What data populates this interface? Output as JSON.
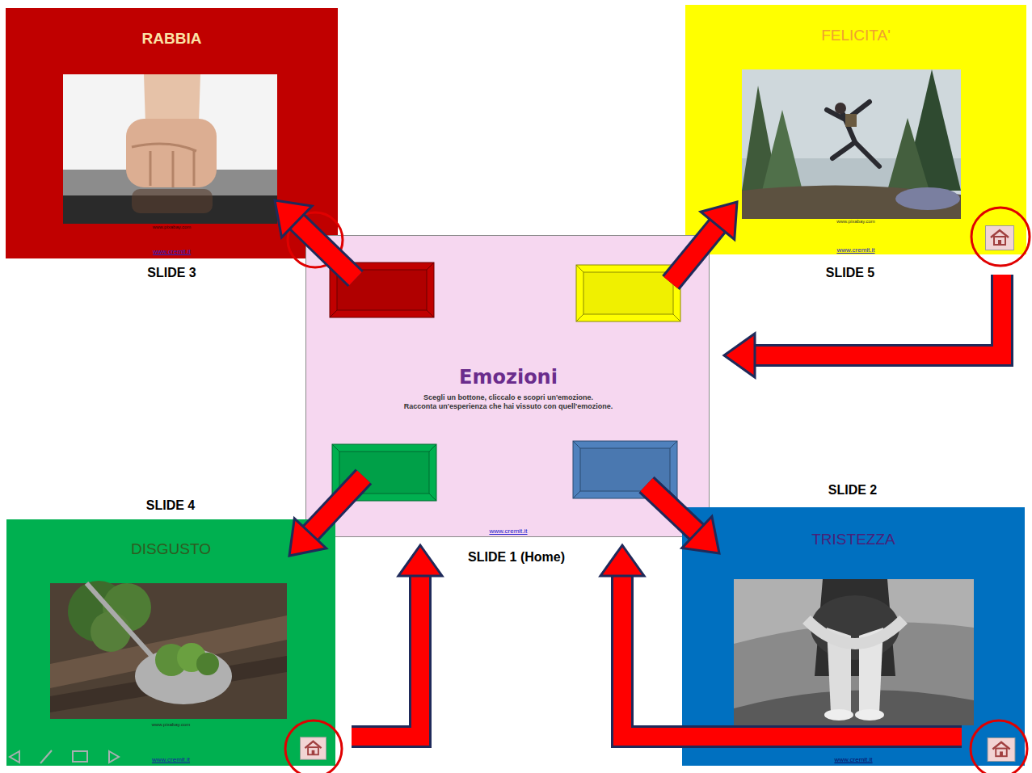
{
  "diagram": {
    "nodes": [
      {
        "text": [
          "RABBIA",
          "www.pixabay.com",
          "www.cremit.it",
          "SLIDE 3"
        ]
      },
      {
        "text": [
          "FELICITA'",
          "www.pixabay.com",
          "www.cremit.it",
          "SLIDE 5"
        ]
      },
      {
        "text": [
          "Emozioni",
          "Scegli un bottone, cliccalo e scopri un'emozione.",
          "Racconta un'esperienza che hai vissuto con quell'emozione.",
          "www.cremit.it",
          "SLIDE 1 (Home)"
        ]
      },
      {
        "text": [
          "DISGUSTO",
          "www.pixabay.com",
          "www.cremit.it",
          "SLIDE 4"
        ]
      },
      {
        "text": [
          "TRISTEZZA",
          "www.cremit.it",
          "SLIDE 2"
        ]
      }
    ],
    "edges": [
      {
        "from": 2,
        "to": 0,
        "arrow": "to"
      },
      {
        "from": 2,
        "to": 1,
        "arrow": "to"
      },
      {
        "from": 2,
        "to": 3,
        "arrow": "to"
      },
      {
        "from": 2,
        "to": 4,
        "arrow": "to"
      },
      {
        "from": 1,
        "to": 2,
        "arrow": "to"
      },
      {
        "from": 3,
        "to": 2,
        "arrow": "to"
      },
      {
        "from": 4,
        "to": 2,
        "arrow": "to"
      }
    ]
  }
}
